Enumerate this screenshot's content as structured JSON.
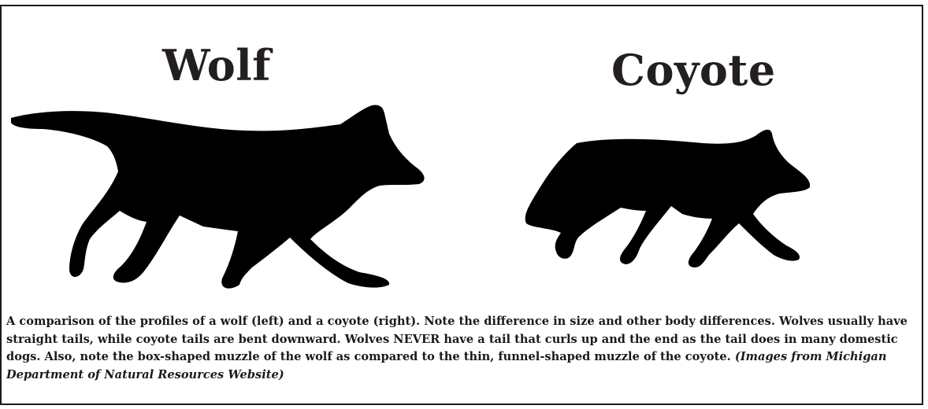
{
  "colors": {
    "silhouette": "#000000",
    "title": "#231f20",
    "text": "#1a1a1a",
    "border": "#1a1a1a",
    "background": "#ffffff"
  },
  "left_panel": {
    "title": "Wolf"
  },
  "right_panel": {
    "title": "Coyote"
  },
  "caption": {
    "text": "A comparison of the profiles of a wolf (left) and a coyote (right).  Note the difference in size and other body differences.  Wolves usually have straight tails, while coyote tails are bent downward.  Wolves NEVER have a tail that curls up and the end as the tail does in many domestic dogs.  Also, note the box-shaped muzzle of the wolf as compared to the thin, funnel-shaped muzzle of the coyote.",
    "source": "(Images from Michigan Department of Natural Resources Website)"
  }
}
